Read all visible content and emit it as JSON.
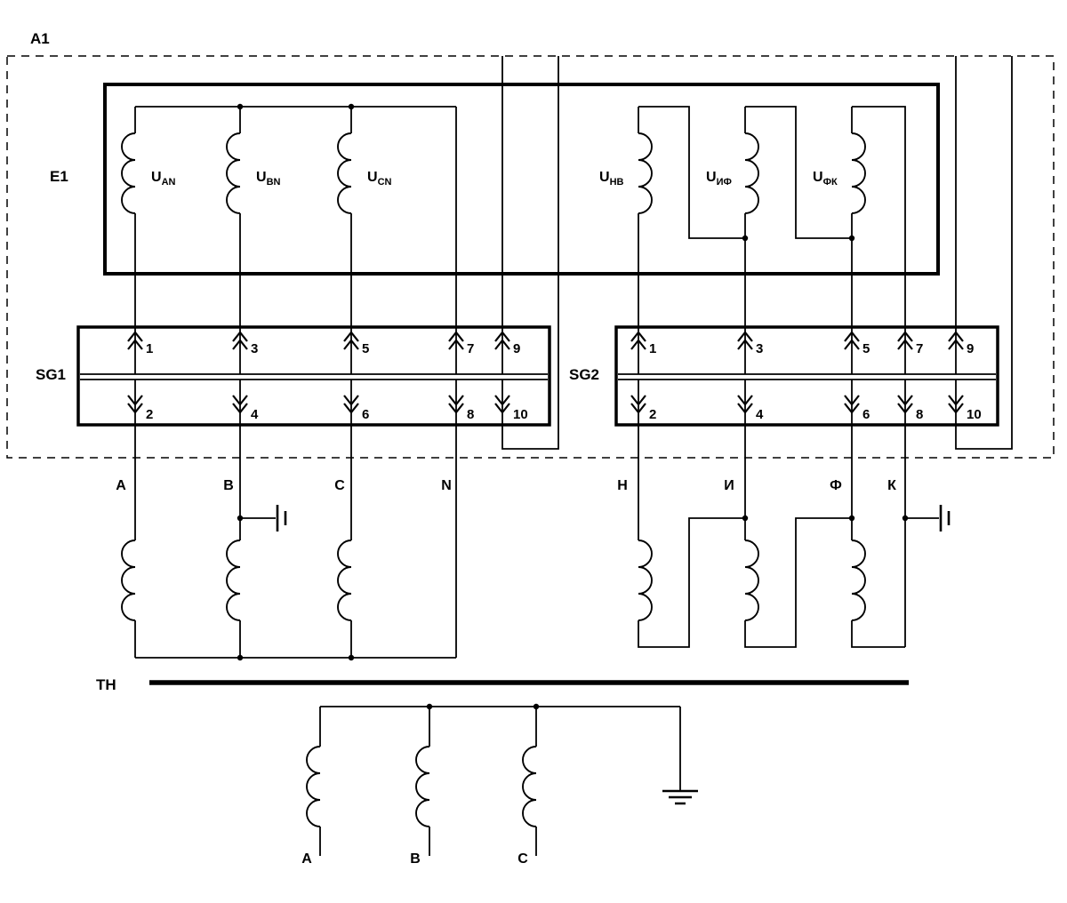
{
  "diagram": {
    "block_label": "A1",
    "module_label": "E1",
    "transformer_label": "ТН",
    "colors": {
      "line": "#000000",
      "background": "#ffffff"
    },
    "e1_windings": [
      {
        "base": "U",
        "sub": "AN"
      },
      {
        "base": "U",
        "sub": "BN"
      },
      {
        "base": "U",
        "sub": "CN"
      },
      {
        "base": "U",
        "sub": "НВ"
      },
      {
        "base": "U",
        "sub": "ИФ"
      },
      {
        "base": "U",
        "sub": "ФК"
      }
    ],
    "sg1": {
      "label": "SG1",
      "top_terminals": [
        "1",
        "3",
        "5",
        "7",
        "9"
      ],
      "bottom_terminals": [
        "2",
        "4",
        "6",
        "8",
        "10"
      ]
    },
    "sg2": {
      "label": "SG2",
      "top_terminals": [
        "1",
        "3",
        "5",
        "7",
        "9"
      ],
      "bottom_terminals": [
        "2",
        "4",
        "6",
        "8",
        "10"
      ]
    },
    "secondary_phases": [
      "A",
      "B",
      "C",
      "N"
    ],
    "aux_phases": [
      "Н",
      "И",
      "Ф",
      "К"
    ],
    "primary_phases": [
      "A",
      "B",
      "C"
    ]
  }
}
